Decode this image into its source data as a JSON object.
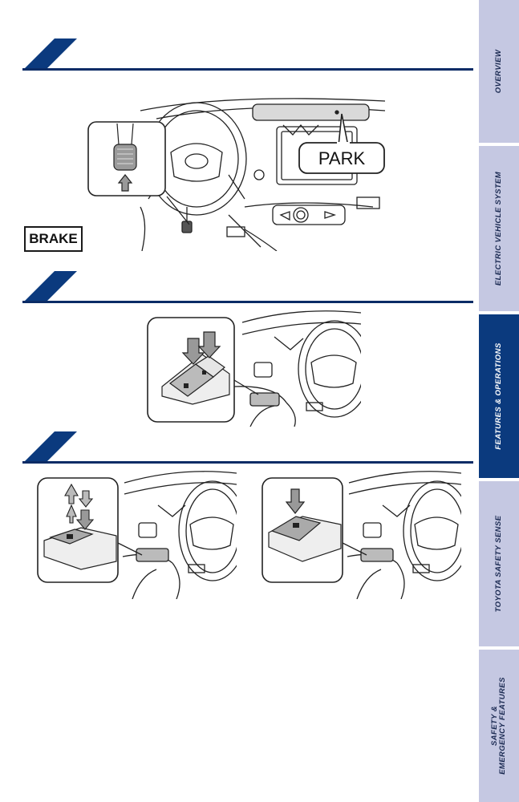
{
  "labels": {
    "brake": "BRAKE",
    "park": "PARK"
  },
  "tabs": [
    {
      "lines": [
        "OVERVIEW"
      ],
      "active": false
    },
    {
      "lines": [
        "ELECTRIC VEHICLE SYSTEM"
      ],
      "active": false
    },
    {
      "lines": [
        "FEATURES & OPERATIONS"
      ],
      "active": true
    },
    {
      "lines": [
        "TOYOTA SAFETY SENSE"
      ],
      "active": false
    },
    {
      "lines": [
        "SAFETY &",
        "EMERGENCY FEATURES"
      ],
      "active": false
    }
  ],
  "colors": {
    "navy": "#0b3a7e",
    "tab_inactive": "#c5c8e2",
    "line_art": "#222222"
  }
}
